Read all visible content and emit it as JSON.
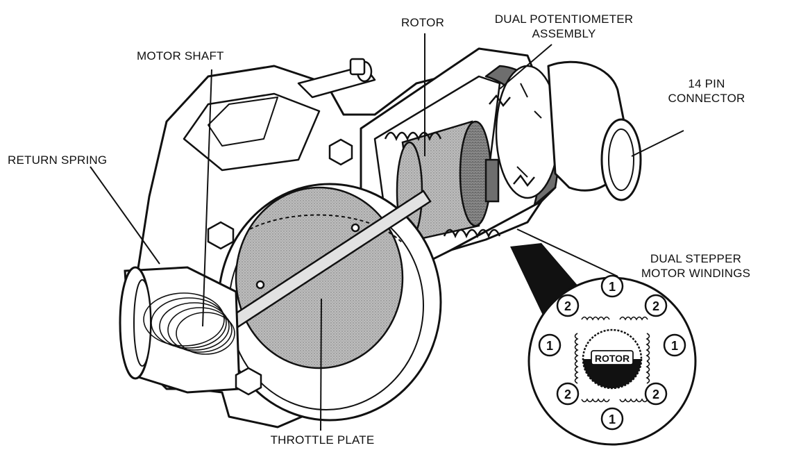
{
  "labels": {
    "rotor": "ROTOR",
    "dual_potentiometer_line1": "DUAL POTENTIOMETER",
    "dual_potentiometer_line2": "ASSEMBLY",
    "motor_shaft": "MOTOR SHAFT",
    "pin_connector_line1": "14 PIN",
    "pin_connector_line2": "CONNECTOR",
    "return_spring": "RETURN SPRING",
    "dual_stepper_line1": "DUAL STEPPER",
    "dual_stepper_line2": "MOTOR WINDINGS",
    "throttle_plate": "THROTTLE PLATE"
  },
  "inset": {
    "center_label": "ROTOR",
    "pole_numbers": [
      "1",
      "2",
      "1",
      "2",
      "1",
      "2",
      "1",
      "2"
    ]
  },
  "colors": {
    "line": "#111111",
    "shade_light": "#d9d9d9",
    "shade_mid": "#a8a8a8",
    "shade_dark": "#6e6e6e"
  }
}
